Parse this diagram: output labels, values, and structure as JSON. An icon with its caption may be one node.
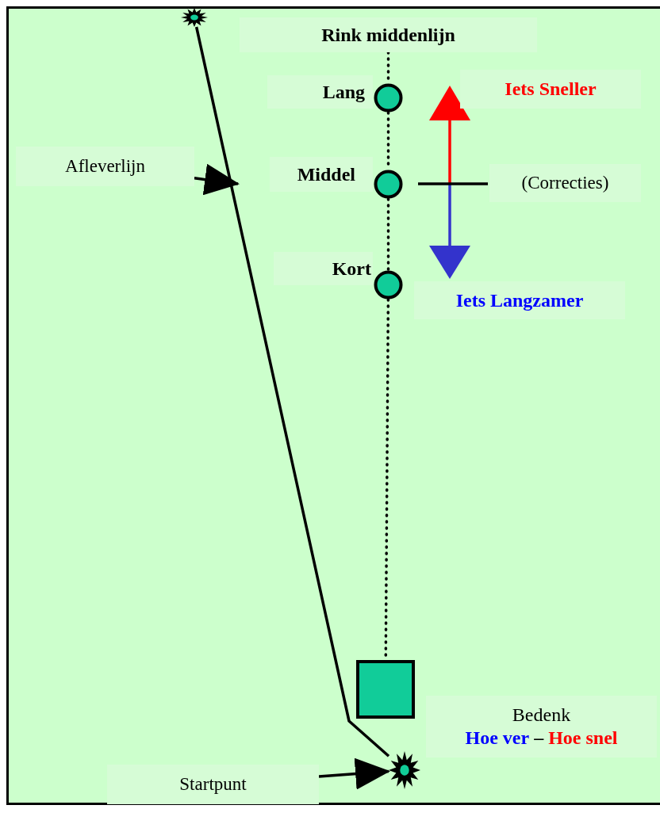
{
  "diagram": {
    "nodes": [
      {
        "text": [
          "Rink middenlijn"
        ]
      },
      {
        "text": [
          "Lang"
        ]
      },
      {
        "text": [],
        "shape": "circle"
      },
      {
        "text": [
          "Middel"
        ]
      },
      {
        "text": [],
        "shape": "circle"
      },
      {
        "text": [
          "Kort"
        ]
      },
      {
        "text": [],
        "shape": "circle"
      },
      {
        "text": [
          "Iets Sneller"
        ]
      },
      {
        "text": [
          "(Correcties)"
        ]
      },
      {
        "text": [
          "Iets Langzamer"
        ]
      },
      {
        "text": [
          "Afleverlijn"
        ]
      },
      {
        "text": [],
        "shape": "star"
      },
      {
        "text": [],
        "shape": "box"
      },
      {
        "text": [
          "Bedenk",
          "Hoe ver",
          "–",
          "Hoe snel"
        ]
      },
      {
        "text": [
          "Startpunt"
        ]
      },
      {
        "text": [],
        "shape": "star"
      }
    ],
    "edges": [
      {
        "from": 10,
        "to": null,
        "arrow": "to"
      },
      {
        "from": 15,
        "to": 11,
        "arrow": "none"
      },
      {
        "from": 14,
        "to": 15,
        "arrow": "to"
      },
      {
        "from": 0,
        "to": 2,
        "arrow": "none",
        "style": "dashed"
      },
      {
        "from": 2,
        "to": 4,
        "arrow": "none",
        "style": "dashed"
      },
      {
        "from": 4,
        "to": 6,
        "arrow": "none",
        "style": "dashed"
      },
      {
        "from": 6,
        "to": 12,
        "arrow": "none",
        "style": "dashed"
      }
    ]
  }
}
